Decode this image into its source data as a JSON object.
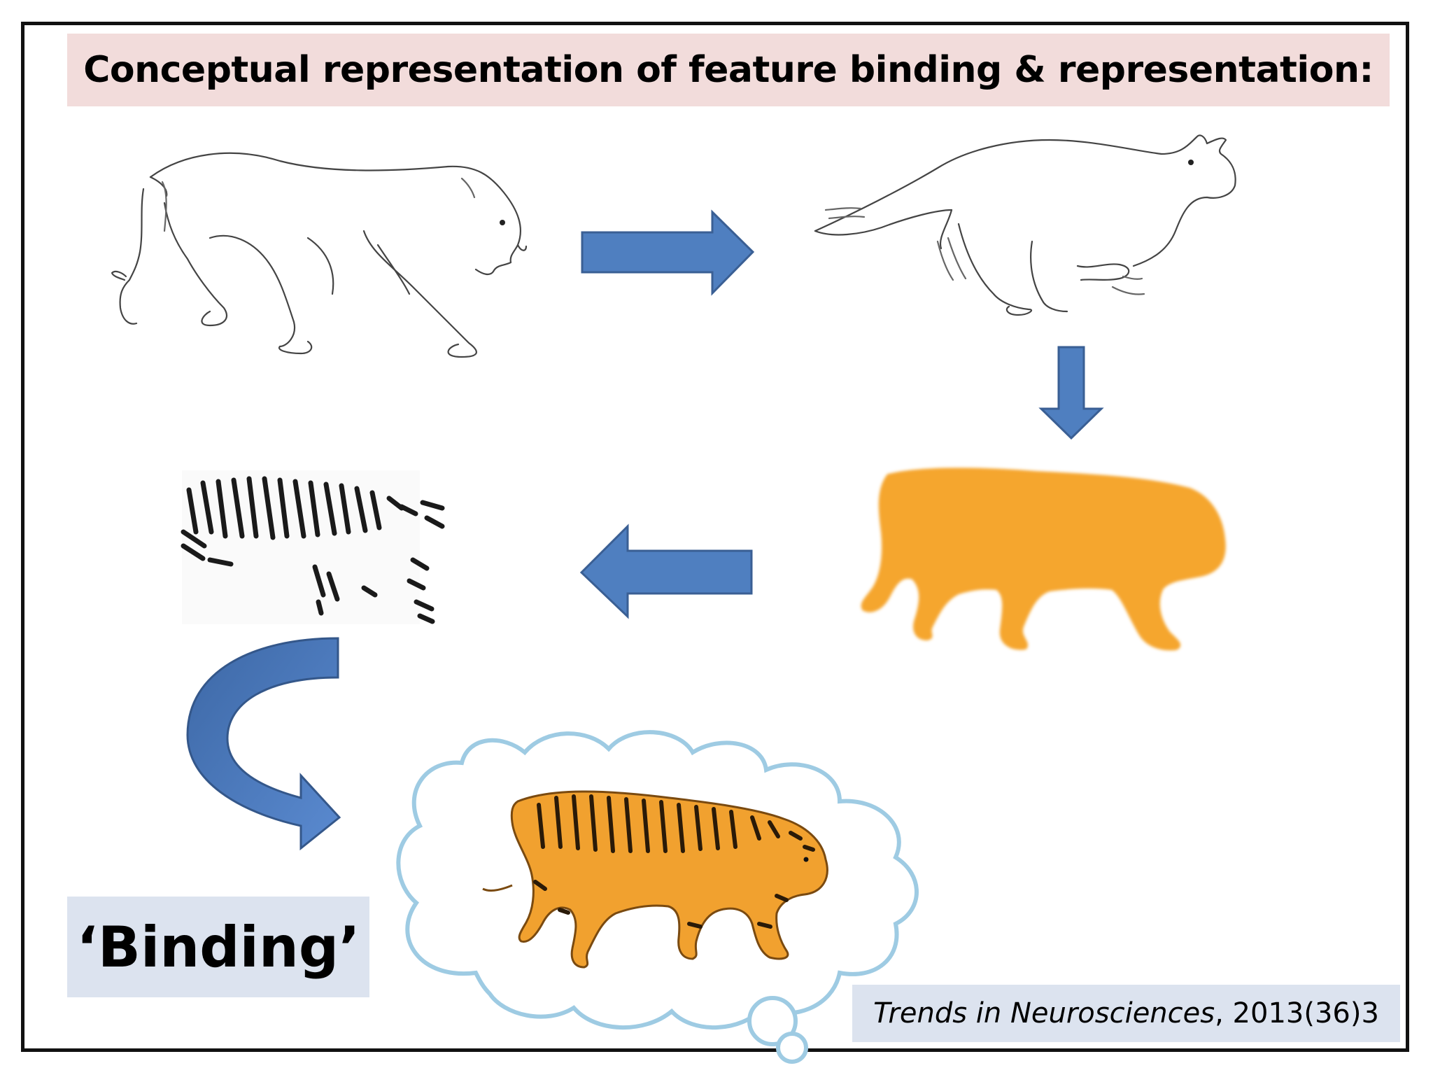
{
  "title": "Conceptual representation of feature binding & representation:",
  "binding_label": "‘Binding’",
  "citation": {
    "journal": "Trends in Neurosciences",
    "detail": ", 2013(36)3"
  },
  "colors": {
    "arrow_fill": "#4f7fc0",
    "arrow_stroke": "#3a5f94",
    "orange": "#f5a62f",
    "title_bg": "#f2dcdb",
    "label_bg": "#dce3ef",
    "cloud_stroke": "#9ecbe3"
  },
  "stages": [
    {
      "name": "outline-walking-tiger",
      "icon": "tiger-outline-icon"
    },
    {
      "name": "outline-running-tiger",
      "icon": "tiger-motion-icon"
    },
    {
      "name": "orange-silhouette-tiger",
      "icon": "tiger-color-icon"
    },
    {
      "name": "stripes-tiger",
      "icon": "tiger-stripes-icon"
    },
    {
      "name": "bound-tiger-in-cloud",
      "icon": "tiger-bound-icon"
    }
  ]
}
